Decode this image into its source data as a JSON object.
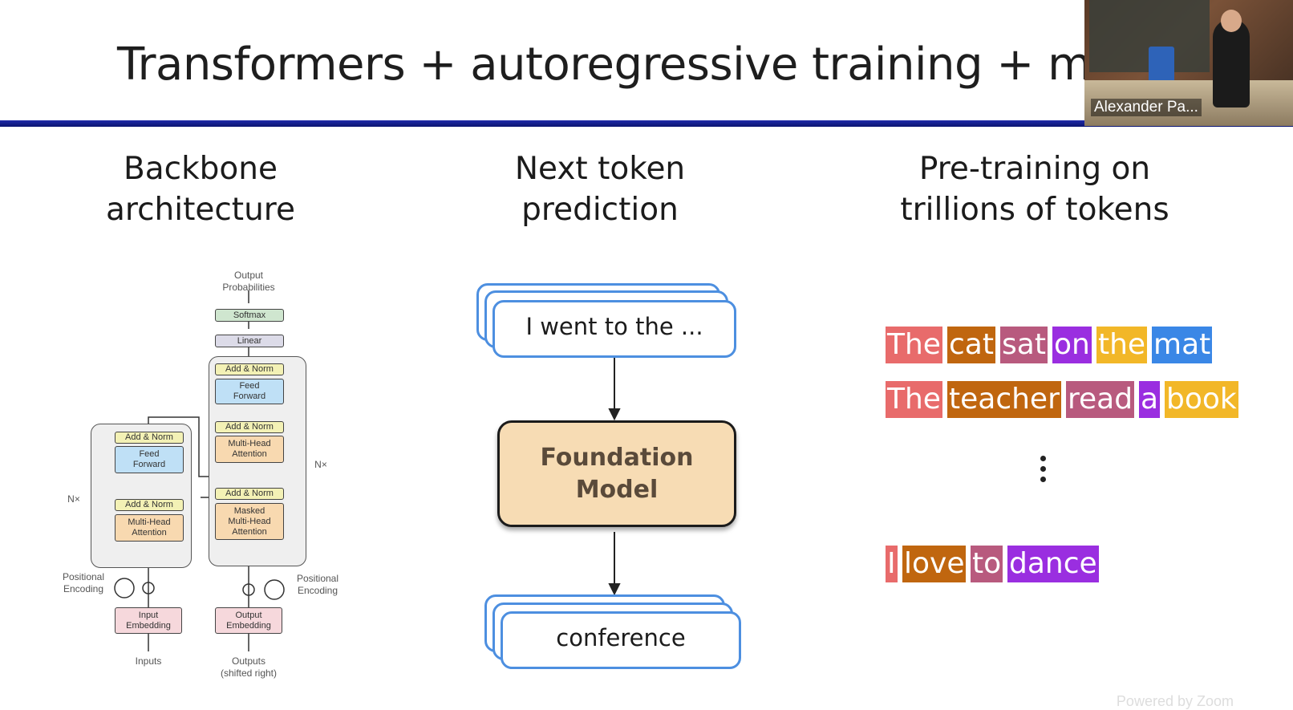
{
  "slide": {
    "title": "Transformers + autoregressive training + massi",
    "columns": [
      {
        "line1": "Backbone",
        "line2": "architecture"
      },
      {
        "line1": "Next token",
        "line2": "prediction"
      },
      {
        "line1": "Pre-training on",
        "line2": "trillions of tokens"
      }
    ]
  },
  "video": {
    "participant_name": "Alexander Pa..."
  },
  "transformer": {
    "output_probs": [
      "Output",
      "Probabilities"
    ],
    "softmax": "Softmax",
    "linear": "Linear",
    "add_norm": "Add & Norm",
    "feed_forward": [
      "Feed",
      "Forward"
    ],
    "multi_head": [
      "Multi-Head",
      "Attention"
    ],
    "masked": [
      "Masked",
      "Multi-Head",
      "Attention"
    ],
    "nx": "N×",
    "positional": [
      "Positional",
      "Encoding"
    ],
    "input_embedding": [
      "Input",
      "Embedding"
    ],
    "output_embedding": [
      "Output",
      "Embedding"
    ],
    "inputs": "Inputs",
    "outputs": [
      "Outputs",
      "(shifted right)"
    ]
  },
  "prediction": {
    "prompt": "I went to the ...",
    "model": [
      "Foundation",
      "Model"
    ],
    "output": "conference"
  },
  "tokens": {
    "rows": [
      [
        {
          "text": "The",
          "color": "#e86b6b"
        },
        {
          "text": "cat",
          "color": "#c0660f"
        },
        {
          "text": "sat",
          "color": "#b85a7e"
        },
        {
          "text": "on",
          "color": "#9a2ee0"
        },
        {
          "text": "the",
          "color": "#f2b728"
        },
        {
          "text": "mat",
          "color": "#3a87e6"
        }
      ],
      [
        {
          "text": "The",
          "color": "#e86b6b"
        },
        {
          "text": "teacher",
          "color": "#c0660f"
        },
        {
          "text": "read",
          "color": "#b85a7e"
        },
        {
          "text": "a",
          "color": "#9a2ee0"
        },
        {
          "text": "book",
          "color": "#f2b728"
        }
      ],
      [
        {
          "text": "I",
          "color": "#e86b6b"
        },
        {
          "text": "love",
          "color": "#c0660f"
        },
        {
          "text": "to",
          "color": "#b85a7e"
        },
        {
          "text": "dance",
          "color": "#9a2ee0"
        }
      ]
    ]
  },
  "footer": "Powered by Zoom"
}
